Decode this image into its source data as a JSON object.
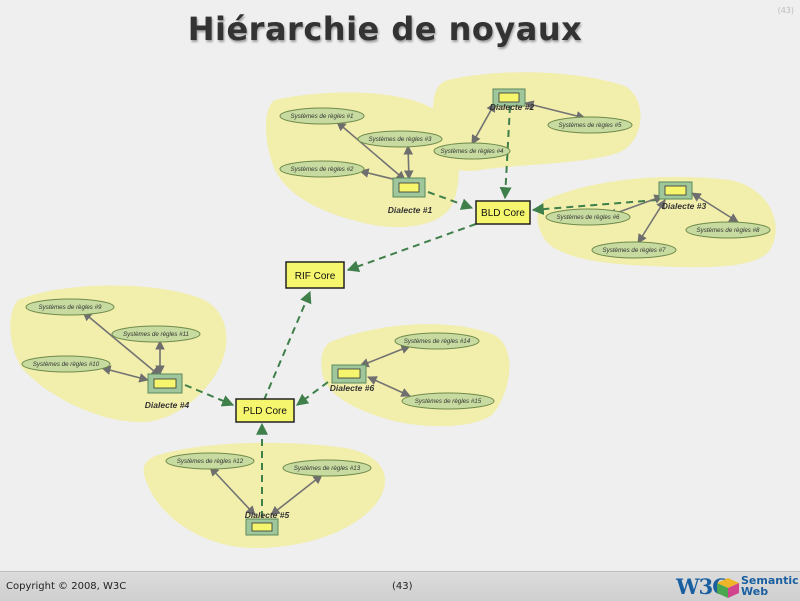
{
  "slide": {
    "title": "Hiérarchie de noyaux",
    "corner_number": "(43)"
  },
  "diagram": {
    "cores": {
      "rif": "RIF Core",
      "bld": "BLD Core",
      "pld": "PLD Core"
    },
    "dialects": {
      "d1": "Dialecte #1",
      "d2": "Dialecte #2",
      "d3": "Dialecte #3",
      "d4": "Dialecte #4",
      "d5": "Dialecte #5",
      "d6": "Dialecte #6"
    },
    "rulesets": {
      "r1": "Systèmes de règles #1",
      "r2": "Systèmes de règles #2",
      "r3": "Systèmes de règles #3",
      "r4": "Systèmes de règles #4",
      "r5": "Systèmes de règles #5",
      "r6": "Systèmes de règles #6",
      "r7": "Systèmes de règles #7",
      "r8": "Systèmes de règles #8",
      "r9": "Systèmes de règles #9",
      "r10": "Systèmes de règles #10",
      "r11": "Systèmes de règles #11",
      "r12": "Systèmes de règles #12",
      "r13": "Systèmes de règles #13",
      "r14": "Systèmes de règles #14",
      "r15": "Systèmes de règles #15"
    }
  },
  "footer": {
    "copyright": "Copyright © 2008, W3C",
    "page": "(43)",
    "logo_w3c": "W3C",
    "logo_sw_line1": "Semantic",
    "logo_sw_line2": "Web"
  },
  "colors": {
    "blob": "#f2eeac",
    "ellipse": "#c7dba0",
    "box": "#f5f56e",
    "dashed": "#3f7f4a",
    "arrow": "#777777"
  }
}
